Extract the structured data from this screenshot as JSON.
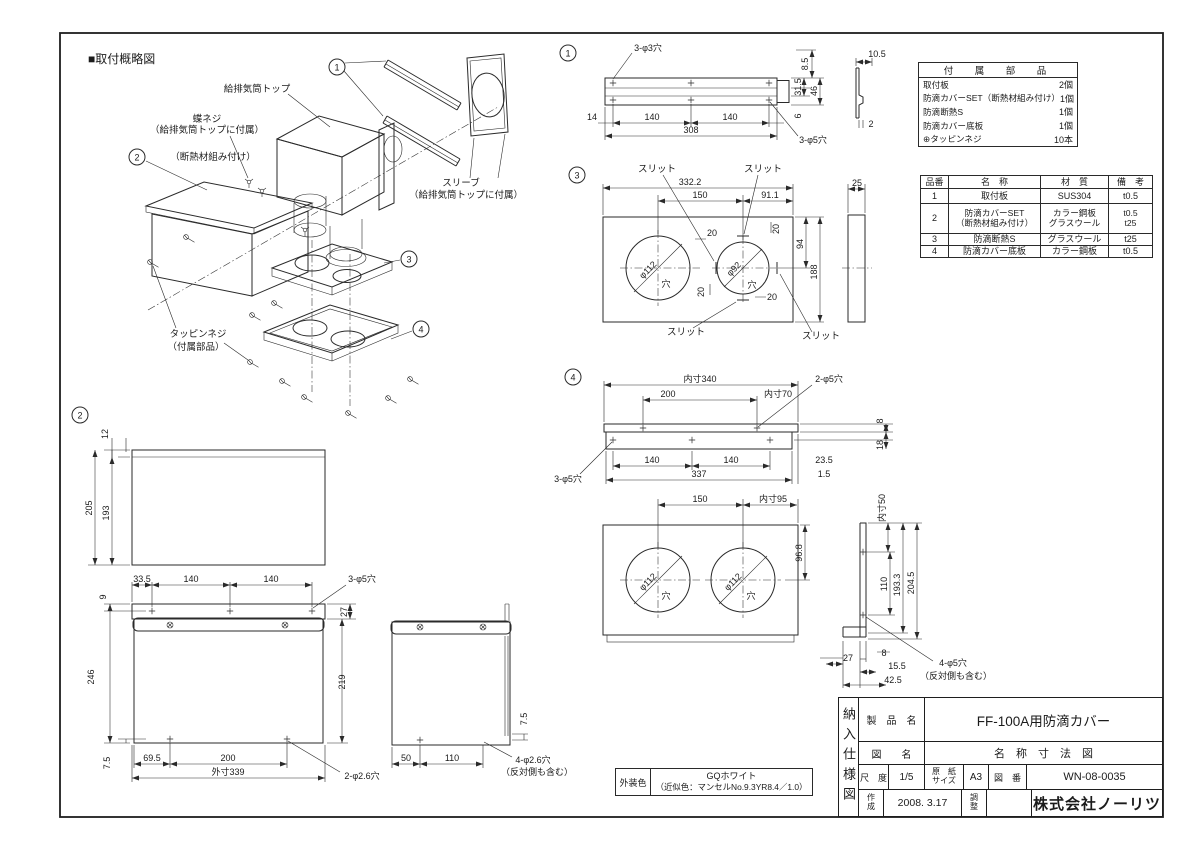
{
  "page": {
    "section_title": "■取付概略図"
  },
  "exploded": {
    "balloons": {
      "b1": "1",
      "b2": "2",
      "b3": "3",
      "b4": "4"
    },
    "labels": {
      "top_cap": "給排気筒トップ",
      "wing_screw_1": "蝶ネジ",
      "wing_screw_2": "（給排気筒トップに付属）",
      "item2_note": "（断熱材組み付け）",
      "sleeve_1": "スリーブ",
      "sleeve_2": "（給排気筒トップに付属）",
      "tapping_1": "タッピンネジ",
      "tapping_2": "（付属部品）"
    }
  },
  "d1": {
    "balloon": "1",
    "hole_top": "3-φ3穴",
    "hole_bot": "3-φ5穴",
    "dims": {
      "w14": "14",
      "w140a": "140",
      "w140b": "140",
      "w308": "308",
      "h85": "8.5",
      "h315": "31.5",
      "h46": "46",
      "h6": "6",
      "t105": "10.5",
      "t2": "2"
    }
  },
  "d3": {
    "balloon": "3",
    "slit_tl": "スリット",
    "slit_tr": "スリット",
    "slit_bl": "スリット",
    "slit_br": "スリット",
    "dims": {
      "w3322": "332.2",
      "w150": "150",
      "w911": "91.1",
      "s20a": "20",
      "s20b": "20",
      "s20c": "20",
      "s20d": "20",
      "h94": "94",
      "h188": "188",
      "t25": "25"
    },
    "holes": {
      "left_dia": "φ112",
      "left_hole": "穴",
      "right_dia": "φ92",
      "right_hole": "穴"
    }
  },
  "d4": {
    "balloon": "4",
    "top": {
      "in340": "内寸340",
      "w200": "200",
      "in70": "内寸70",
      "holes2": "2-φ5穴",
      "h8": "8",
      "h18": "18",
      "w140a": "140",
      "w140b": "140",
      "w235": "23.5",
      "w337": "337",
      "w15": "1.5",
      "holes3": "3-φ5穴"
    },
    "front": {
      "w150": "150",
      "in95": "内寸95",
      "h968": "96.8",
      "dia_l": "φ112",
      "hole_l": "穴",
      "dia_r": "φ112",
      "hole_r": "穴"
    },
    "side": {
      "in50": "内寸50",
      "h110": "110",
      "h1933": "193.3",
      "h2045": "204.5",
      "w8": "8",
      "w155": "15.5",
      "w425": "42.5",
      "w27": "27",
      "holes4": "4-φ5穴",
      "holes4b": "（反対側も含む）"
    }
  },
  "d2": {
    "balloon": "2",
    "top": {
      "h12": "12",
      "h205": "205",
      "h193": "193"
    },
    "front": {
      "w335": "33.5",
      "w140a": "140",
      "w140b": "140",
      "h9": "9",
      "holes3": "3-φ5穴",
      "h27": "27",
      "h246": "246",
      "h219": "219",
      "h75": "7.5",
      "w695": "69.5",
      "w200": "200",
      "w339": "外寸339",
      "holes2": "2-φ2.6穴"
    },
    "side": {
      "w50": "50",
      "w110": "110",
      "h75": "7.5",
      "holes4": "4-φ2.6穴",
      "holes4b": "（反対側も含む）"
    }
  },
  "accessories": {
    "title": "付　属　部　品",
    "rows": [
      {
        "name": "取付板",
        "qty": "2個"
      },
      {
        "name": "防滴カバーSET（断熱材組み付け）",
        "qty": "1個"
      },
      {
        "name": "防滴断熱S",
        "qty": "1個"
      },
      {
        "name": "防滴カバー底板",
        "qty": "1個"
      },
      {
        "name": "⊕タッピンネジ",
        "qty": "10本"
      }
    ]
  },
  "parts": {
    "headers": {
      "no": "品番",
      "name": "名　称",
      "material": "材　質",
      "note": "備　考"
    },
    "rows": [
      {
        "no": "1",
        "name": "取付板",
        "name2": "",
        "material": "SUS304",
        "material2": "",
        "note": "t0.5",
        "note2": ""
      },
      {
        "no": "2",
        "name": "防滴カバーSET",
        "name2": "（断熱材組み付け）",
        "material": "カラー鋼板",
        "material2": "グラスウール",
        "note": "t0.5",
        "note2": "t25"
      },
      {
        "no": "3",
        "name": "防滴断熱S",
        "name2": "",
        "material": "グラスウール",
        "material2": "",
        "note": "t25",
        "note2": ""
      },
      {
        "no": "4",
        "name": "防滴カバー底板",
        "name2": "",
        "material": "カラー鋼板",
        "material2": "",
        "note": "t0.5",
        "note2": ""
      }
    ]
  },
  "color": {
    "label": "外装色",
    "value1": "GQホワイト",
    "value2": "（近似色：マンセルNo.9.3YR8.4／1.0）"
  },
  "titleblock": {
    "doc_type": "納入仕様図",
    "product_label": "製　品　名",
    "product_value": "FF-100A用防滴カバー",
    "drawing_label": "図　　名",
    "drawing_value": "名　称　寸　法　図",
    "scale_label": "尺　度",
    "scale_value": "1/5",
    "paper_label_1": "原　紙",
    "paper_label_2": "サイズ",
    "paper_value": "A3",
    "dwgno_label": "図　番",
    "dwgno_value": "WN-08-0035",
    "created_label_1": "作",
    "created_label_2": "成",
    "created_value": "2008. 3.17",
    "adjust_label_1": "調",
    "adjust_label_2": "整",
    "blank_cell": "",
    "company": "株式会社ノーリツ"
  }
}
